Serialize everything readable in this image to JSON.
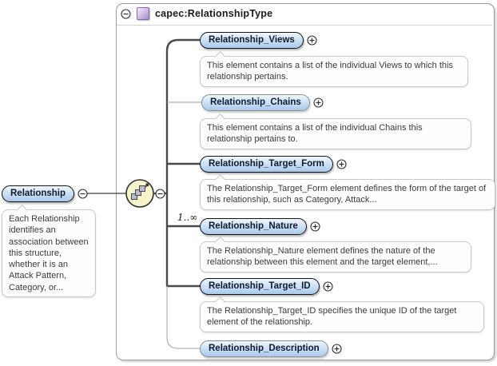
{
  "header": {
    "label": "capec:RelationshipType"
  },
  "source_element": {
    "label": "Relationship",
    "annotation": "Each Relationship identifies an association between this structure, whether it is an Attack Pattern, Category, or..."
  },
  "compositor": {
    "kind": "sequence"
  },
  "type": {
    "children": [
      {
        "label": "Relationship_Views",
        "annotation": "This element contains a list of the individual Views to which this relationship pertains."
      },
      {
        "label": "Relationship_Chains",
        "annotation": "This element contains a list of the individual Chains this relationship pertains to."
      },
      {
        "label": "Relationship_Target_Form",
        "annotation": "The Relationship_Target_Form element defines the form of the target of this relationship, such as Category, Attack..."
      },
      {
        "label": "Relationship_Nature",
        "occurrence": "1..∞",
        "annotation": "The Relationship_Nature element defines the nature of the relationship between this element and the target element,..."
      },
      {
        "label": "Relationship_Target_ID",
        "annotation": "The Relationship_Target_ID specifies the unique ID of the target element of the relationship."
      },
      {
        "label": "Relationship_Description"
      }
    ]
  }
}
